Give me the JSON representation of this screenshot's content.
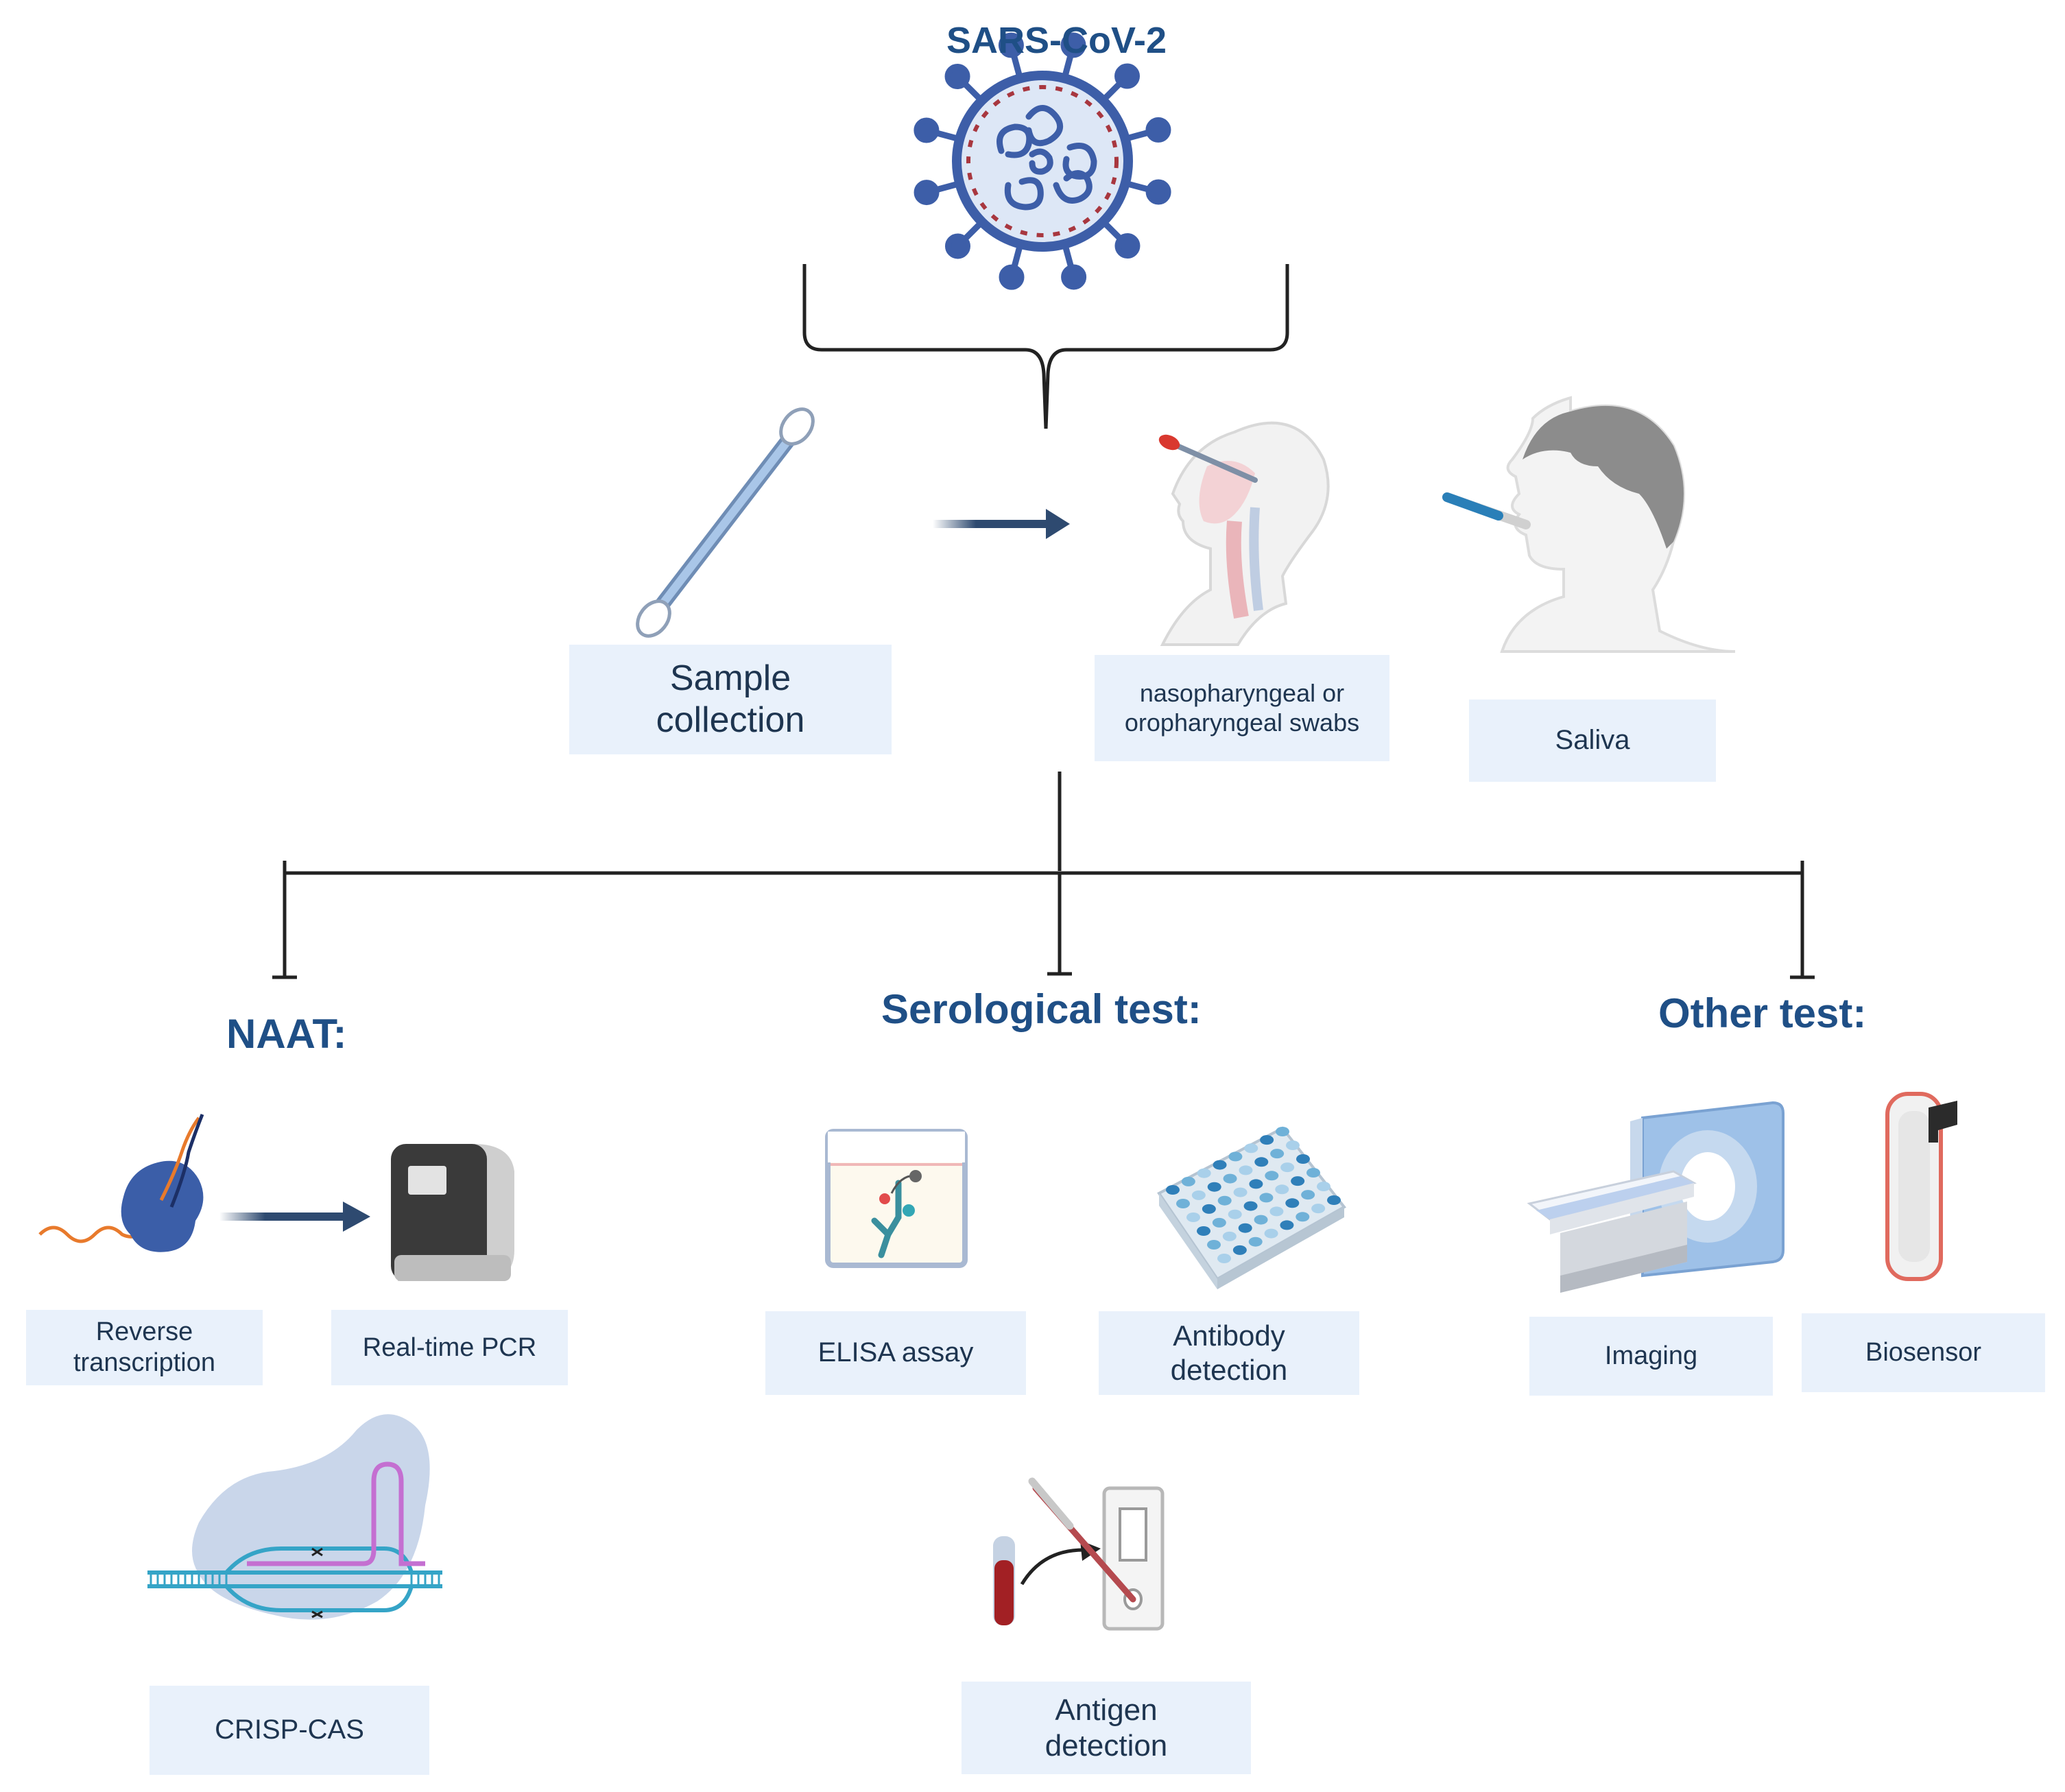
{
  "title": "SARS-CoV-2",
  "sample_collection": {
    "label": "Sample\ncollection",
    "methods": [
      {
        "key": "swab",
        "label": "nasopharyngeal or\noropharyngeal swabs"
      },
      {
        "key": "saliva",
        "label": "Saliva"
      }
    ]
  },
  "categories": [
    {
      "key": "naat",
      "heading": "NAAT:",
      "methods": [
        "Reverse\ntranscription",
        "Real-time PCR",
        "CRISP-CAS"
      ]
    },
    {
      "key": "serological",
      "heading": "Serological test:",
      "methods": [
        "ELISA assay",
        "Antibody\ndetection",
        "Antigen\ndetection"
      ]
    },
    {
      "key": "other",
      "heading": "Other test:",
      "methods": [
        "Imaging",
        "Biosensor"
      ]
    }
  ],
  "colors": {
    "heading": "#1f4f86",
    "label_bg": "#e9f1fb",
    "label_text": "#1e3550",
    "connector": "#222222",
    "arrow": "#2e4a70"
  }
}
